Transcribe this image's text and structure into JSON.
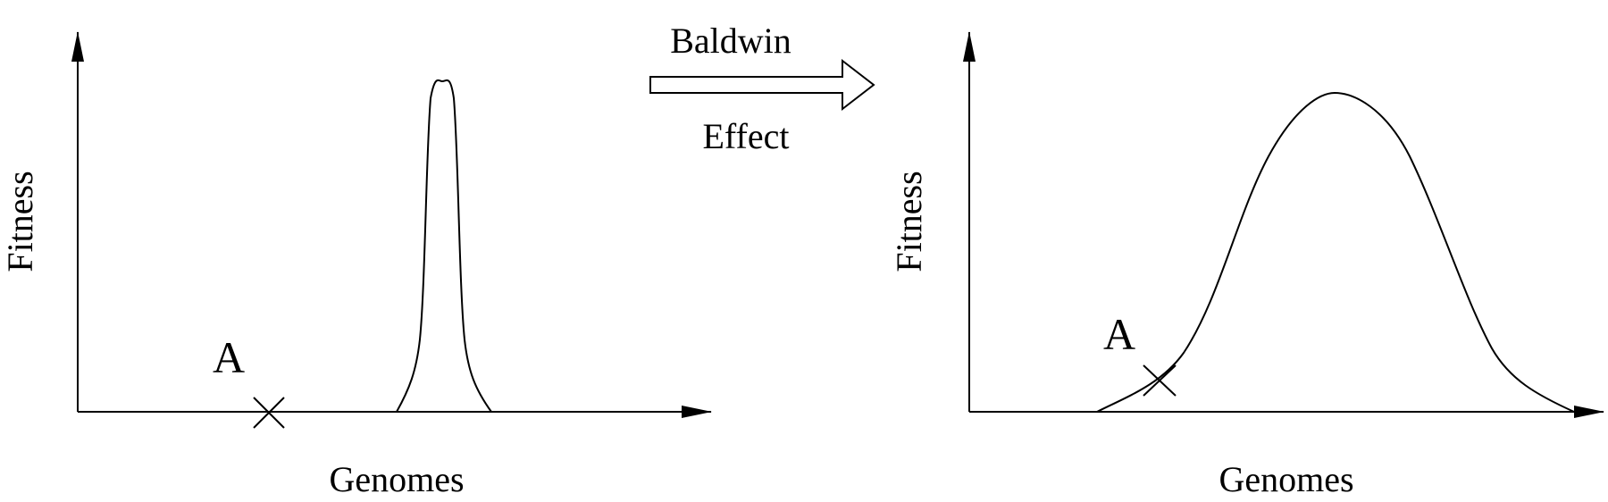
{
  "left_panel": {
    "y_axis_label": "Fitness",
    "x_axis_label": "Genomes",
    "point_label": "A"
  },
  "transition": {
    "top_label": "Baldwin",
    "bottom_label": "Effect"
  },
  "right_panel": {
    "y_axis_label": "Fitness",
    "x_axis_label": "Genomes",
    "point_label": "A"
  },
  "colors": {
    "ink": "#000000",
    "background": "#ffffff"
  }
}
